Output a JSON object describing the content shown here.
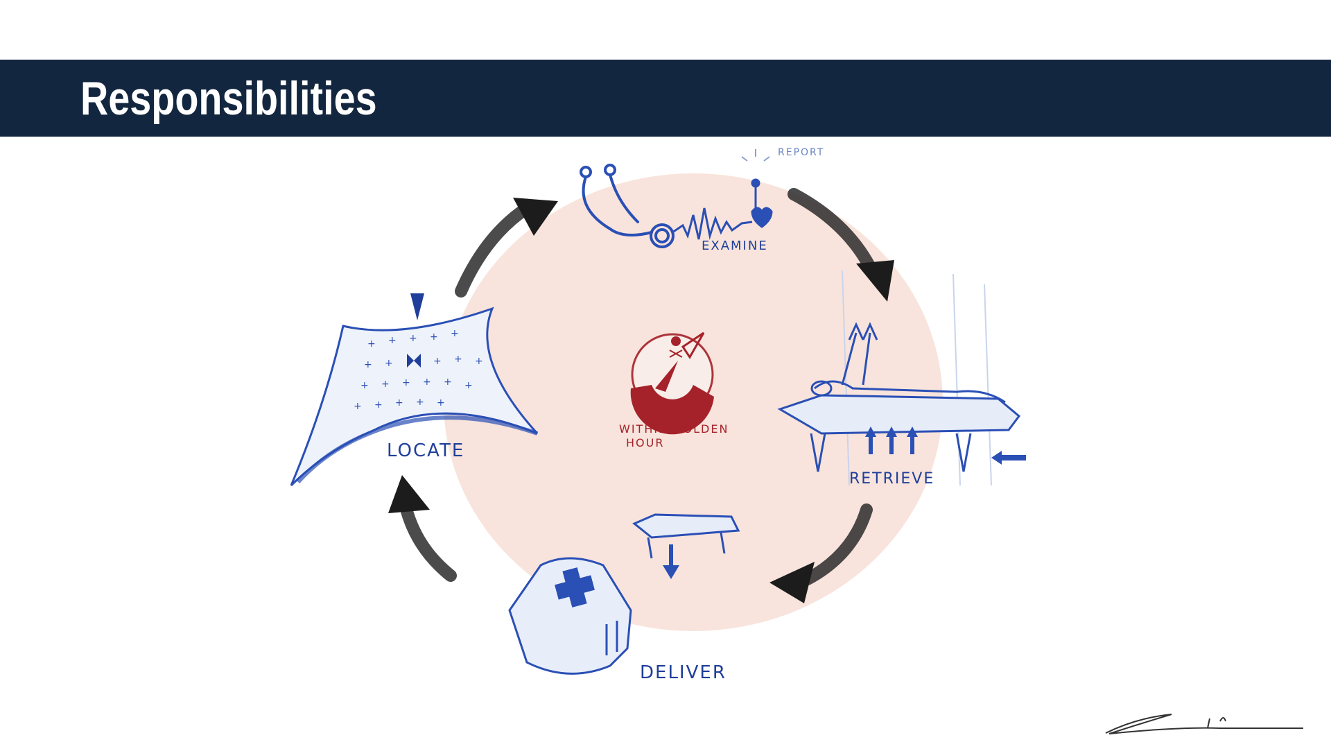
{
  "slide": {
    "title": "Responsibilities"
  },
  "diagram": {
    "steps": [
      {
        "id": "examine",
        "label": "EXAMINE",
        "note": "REPORT"
      },
      {
        "id": "retrieve",
        "label": "RETRIEVE"
      },
      {
        "id": "deliver",
        "label": "DELIVER"
      },
      {
        "id": "locate",
        "label": "LOCATE"
      }
    ],
    "center": {
      "line1": "WITHIN GOLDEN",
      "line2": "HOUR"
    },
    "colors": {
      "ink_blue": "#2a4fb5",
      "ink_red": "#a5222a",
      "arrow_dark": "#2b2b2b",
      "blob": "#f8e4dc",
      "title_bar": "#13263f"
    }
  }
}
